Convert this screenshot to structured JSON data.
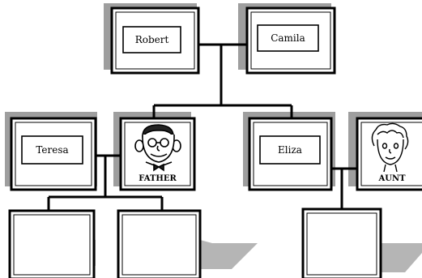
{
  "family_tree": {
    "grandfather": {
      "name": "Robert"
    },
    "grandmother": {
      "name": "Camila"
    },
    "mother": {
      "name": "Teresa"
    },
    "father": {
      "caption": "FATHER",
      "icon": "man-cartoon-icon"
    },
    "daughter": {
      "name": "Eliza"
    },
    "son_in_law": {
      "caption": "AUNT",
      "icon": "woman-cartoon-icon"
    },
    "children": [
      {
        "name": ""
      },
      {
        "name": ""
      },
      {
        "name": ""
      }
    ]
  }
}
